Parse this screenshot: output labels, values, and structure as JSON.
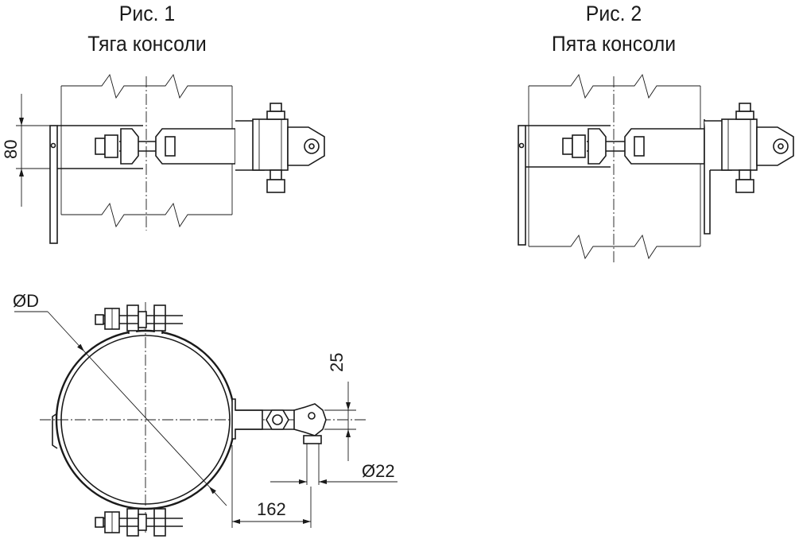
{
  "figure1": {
    "number": "Рис. 1",
    "title": "Тяга консоли",
    "dim_height": "80"
  },
  "figure2": {
    "number": "Рис. 2",
    "title": "Пята консоли"
  },
  "section": {
    "diameter_label": "ØD",
    "dim_offset": "25",
    "dim_pin": "Ø22",
    "dim_length": "162"
  }
}
